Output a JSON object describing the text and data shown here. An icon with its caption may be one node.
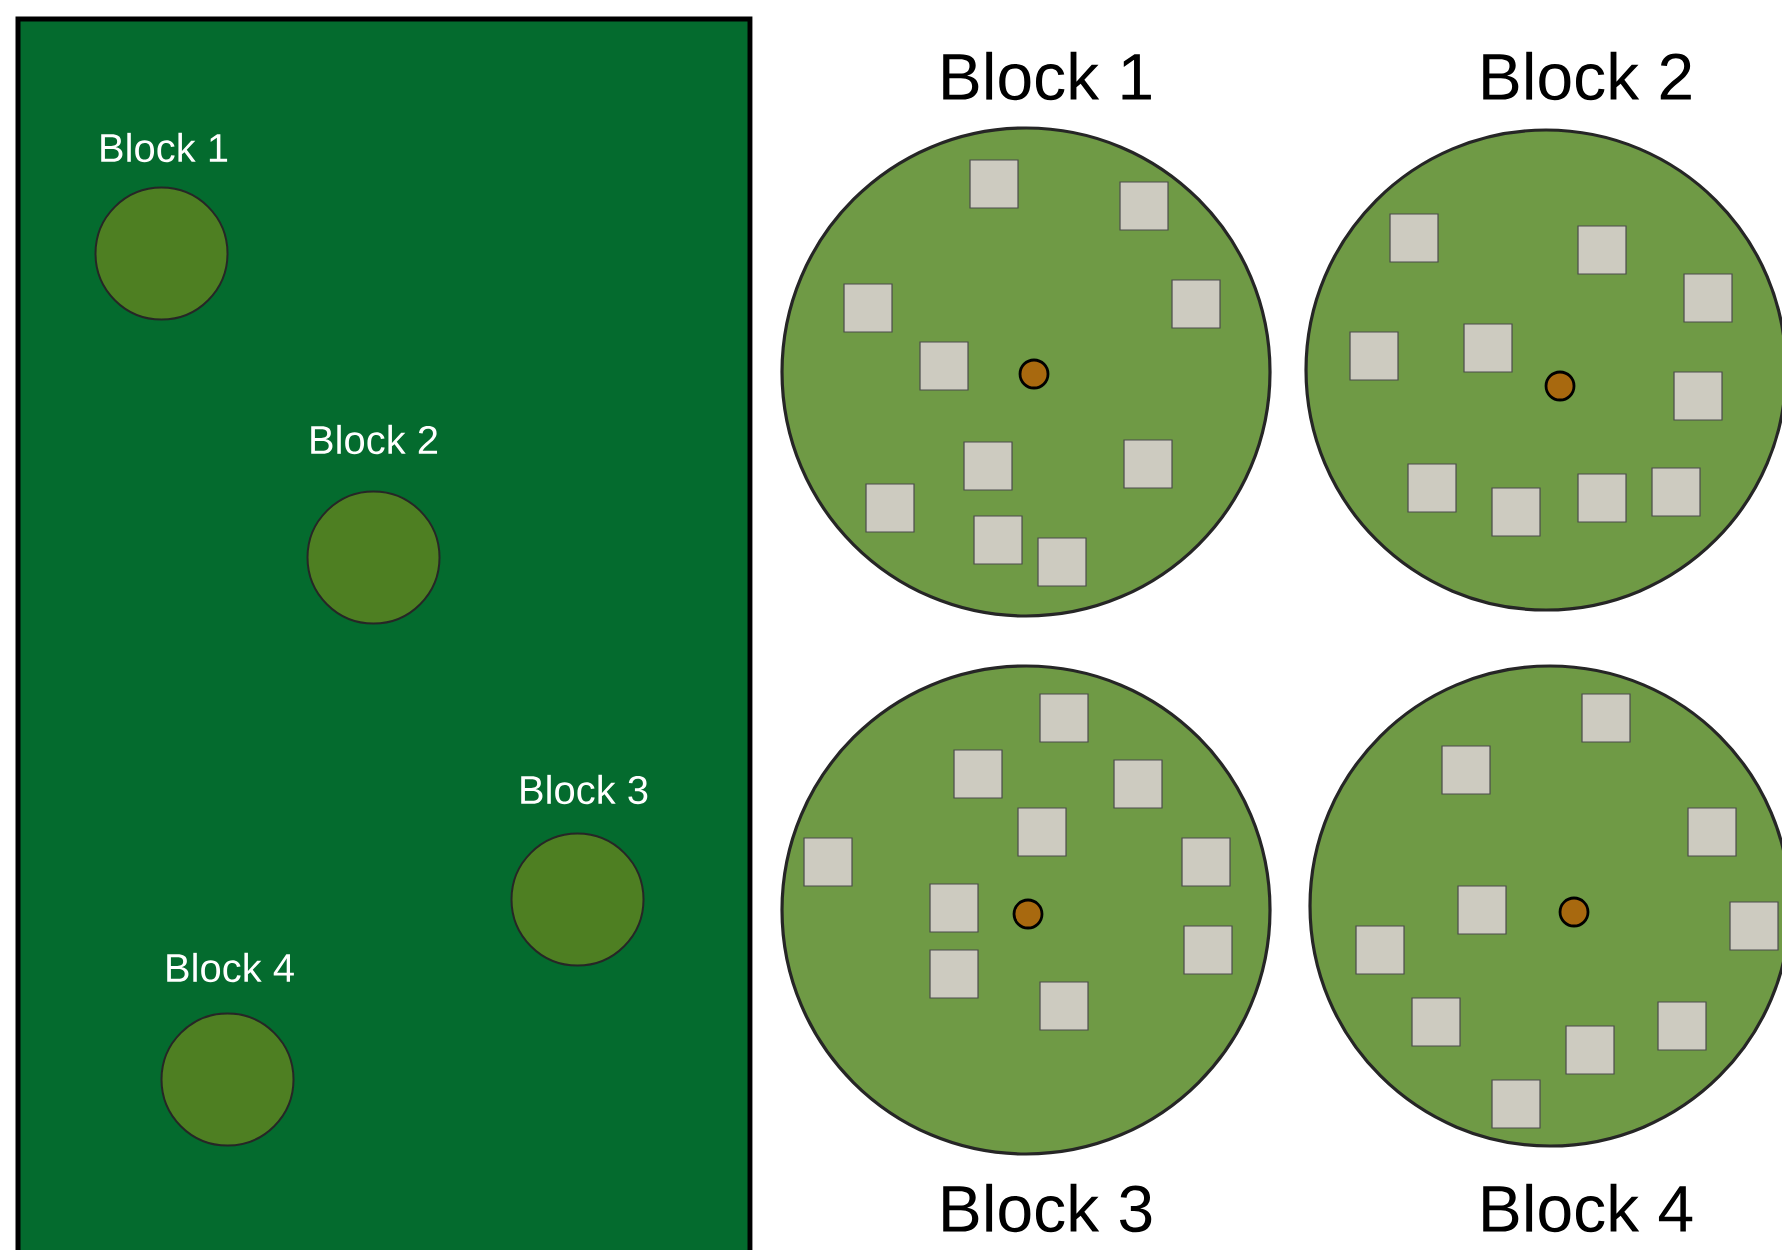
{
  "diagram": {
    "nodes": [
      {
        "text": [],
        "shape": "box"
      },
      {
        "text": [
          "Block 1"
        ],
        "in": 0
      },
      {
        "text": [
          "Block 2"
        ],
        "in": 0
      },
      {
        "text": [
          "Block 3"
        ],
        "in": 0
      },
      {
        "text": [
          "Block 4"
        ],
        "in": 0
      },
      {
        "text": [
          "Block 1"
        ]
      },
      {
        "text": [
          "Block 2"
        ]
      },
      {
        "text": [
          "Block 3"
        ]
      },
      {
        "text": [
          "Block 4"
        ]
      }
    ]
  }
}
